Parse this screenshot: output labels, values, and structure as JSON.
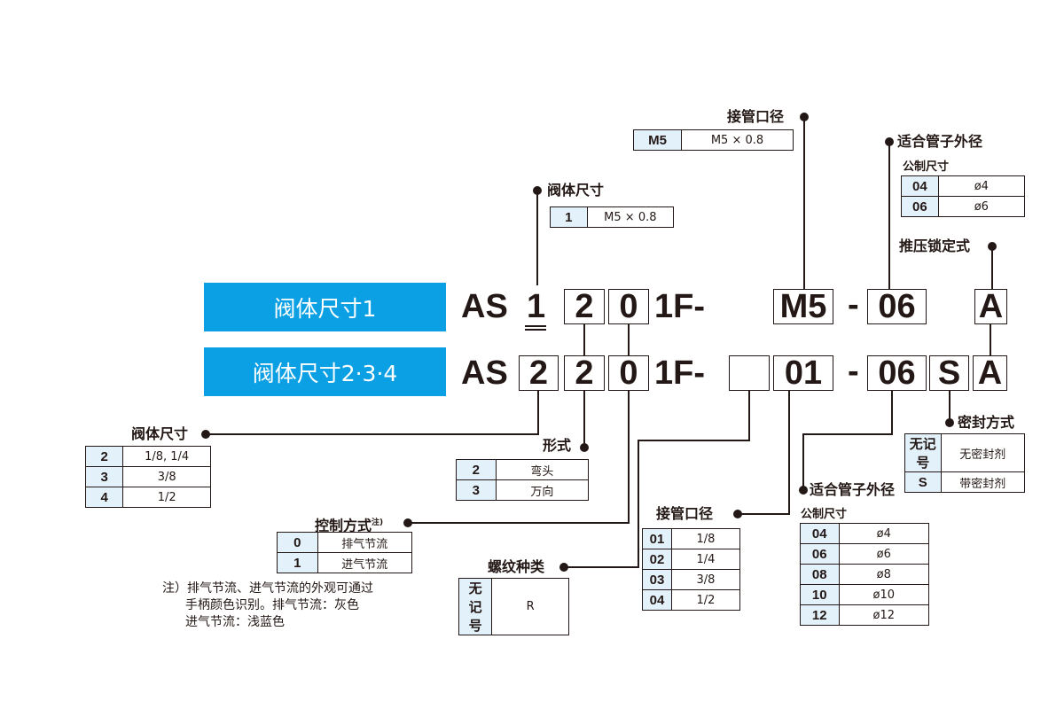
{
  "banners": [
    "阀体尺寸1",
    "阀体尺寸2·3·4"
  ],
  "row1": {
    "prefix": "AS",
    "size": "1",
    "form": "2",
    "control": "0",
    "mid": "1F-",
    "port": "M5",
    "dash": "-",
    "tube": "06",
    "lock": "A"
  },
  "row2": {
    "prefix": "AS",
    "size": "2",
    "form": "2",
    "control": "0",
    "mid": "1F-",
    "thread": "",
    "port": "01",
    "dash": "-",
    "tube": "06",
    "seal": "S",
    "lock": "A"
  },
  "callouts": {
    "port_top": {
      "label": "接管口径",
      "rows": [
        [
          "M5",
          "M5 × 0.8"
        ]
      ]
    },
    "tube_top": {
      "label": "适合管子外径",
      "sub": "公制尺寸",
      "rows": [
        [
          "04",
          "ø4"
        ],
        [
          "06",
          "ø6"
        ]
      ]
    },
    "lock": {
      "label": "推压锁定式"
    },
    "size_top": {
      "label": "阀体尺寸",
      "rows": [
        [
          "1",
          "M5 × 0.8"
        ]
      ]
    },
    "size_bottom": {
      "label": "阀体尺寸",
      "rows": [
        [
          "2",
          "1/8, 1/4"
        ],
        [
          "3",
          "3/8"
        ],
        [
          "4",
          "1/2"
        ]
      ]
    },
    "form": {
      "label": "形式",
      "rows": [
        [
          "2",
          "弯头"
        ],
        [
          "3",
          "万向"
        ]
      ]
    },
    "control": {
      "label": "控制方式",
      "note_mark": "注)",
      "rows": [
        [
          "0",
          "排气节流"
        ],
        [
          "1",
          "进气节流"
        ]
      ]
    },
    "thread": {
      "label": "螺纹种类",
      "rows": [
        [
          "无记号",
          "R"
        ]
      ]
    },
    "port_bottom": {
      "label": "接管口径",
      "rows": [
        [
          "01",
          "1/8"
        ],
        [
          "02",
          "1/4"
        ],
        [
          "03",
          "3/8"
        ],
        [
          "04",
          "1/2"
        ]
      ]
    },
    "tube_bottom": {
      "label": "适合管子外径",
      "sub": "公制尺寸",
      "rows": [
        [
          "04",
          "ø4"
        ],
        [
          "06",
          "ø6"
        ],
        [
          "08",
          "ø8"
        ],
        [
          "10",
          "ø10"
        ],
        [
          "12",
          "ø12"
        ]
      ]
    },
    "seal": {
      "label": "密封方式",
      "rows": [
        [
          "无记号",
          "无密封剂"
        ],
        [
          "S",
          "带密封剂"
        ]
      ]
    }
  },
  "note": [
    "注）排气节流、进气节流的外观可通过",
    "手柄颜色识别。排气节流：灰色",
    "进气节流：浅蓝色"
  ],
  "colors": {
    "banner": "#0ba0e3",
    "key_cell": "#e3f1fb"
  }
}
